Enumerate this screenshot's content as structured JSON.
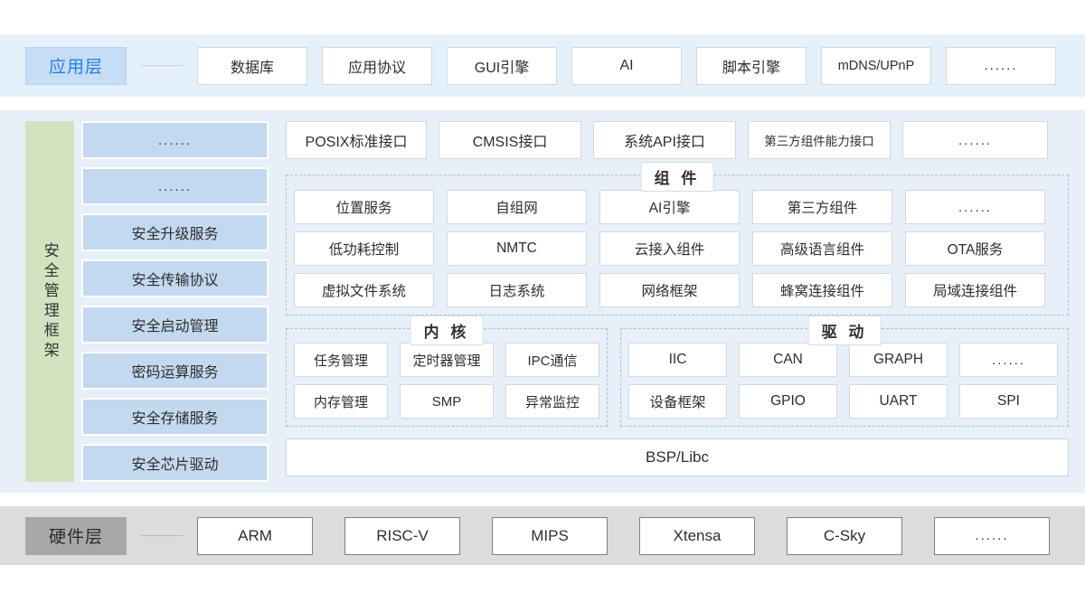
{
  "app_layer": {
    "tab_label": "应用层",
    "items": [
      {
        "label": "数据库"
      },
      {
        "label": "应用协议"
      },
      {
        "label": "GUI引擎"
      },
      {
        "label": "AI"
      },
      {
        "label": "脚本引擎"
      },
      {
        "label": "mDNS/UPnP",
        "narrow": true
      },
      {
        "label": "......"
      }
    ]
  },
  "security": {
    "bar_label": "安全管理框架",
    "items": [
      {
        "label": "......"
      },
      {
        "label": "......"
      },
      {
        "label": "安全升级服务"
      },
      {
        "label": "安全传输协议"
      },
      {
        "label": "安全启动管理"
      },
      {
        "label": "密码运算服务"
      },
      {
        "label": "安全存储服务"
      },
      {
        "label": "安全芯片驱动"
      }
    ]
  },
  "api_row": [
    {
      "label": "POSIX标准接口"
    },
    {
      "label": "CMSIS接口"
    },
    {
      "label": "系统API接口"
    },
    {
      "label": "第三方组件能力接口"
    },
    {
      "label": "......"
    }
  ],
  "components": {
    "title": "组 件",
    "rows": [
      [
        "位置服务",
        "自组网",
        "AI引擎",
        "第三方组件",
        "......"
      ],
      [
        "低功耗控制",
        "NMTC",
        "云接入组件",
        "高级语言组件",
        "OTA服务"
      ],
      [
        "虚拟文件系统",
        "日志系统",
        "网络框架",
        "蜂窝连接组件",
        "局域连接组件"
      ]
    ]
  },
  "kernel": {
    "title": "内 核",
    "rows": [
      [
        "任务管理",
        "定时器管理",
        "IPC通信"
      ],
      [
        "内存管理",
        "SMP",
        "异常监控"
      ]
    ]
  },
  "driver": {
    "title": "驱 动",
    "rows": [
      [
        "IIC",
        "CAN",
        "GRAPH",
        "......"
      ],
      [
        "设备框架",
        "GPIO",
        "UART",
        "SPI"
      ]
    ]
  },
  "bsp": {
    "label": "BSP/Libc"
  },
  "hardware": {
    "tab_label": "硬件层",
    "items": [
      {
        "label": "ARM"
      },
      {
        "label": "RISC-V"
      },
      {
        "label": "MIPS"
      },
      {
        "label": "Xtensa"
      },
      {
        "label": "C-Sky"
      },
      {
        "label": "......"
      }
    ]
  },
  "colors": {
    "app_band": "#e4f1fb",
    "app_tab_bg": "#c5ddf5",
    "app_tab_text": "#2b7de0",
    "mid_band": "#e7eff8",
    "security_bar": "#d2e3bf",
    "security_item": "#c3d9f0",
    "hw_band": "#dcdcdc",
    "hw_tab_bg": "#a8a8a8",
    "dashed_border": "#a8bfd4"
  }
}
